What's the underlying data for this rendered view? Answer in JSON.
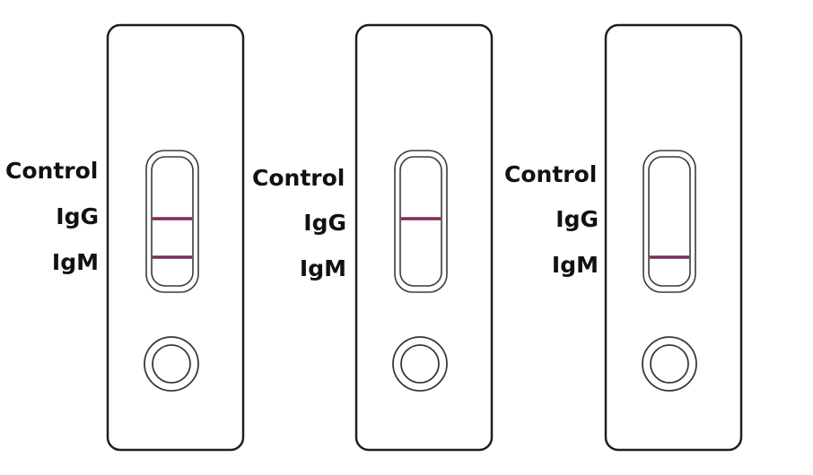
{
  "labels": {
    "control": "Control",
    "igg": "IgG",
    "igm": "IgM"
  },
  "colors": {
    "cassette_outline": "#1f1f1f",
    "window_outline": "#3a3a3a",
    "test_line": "#7a2c5a",
    "label_text": "#111111",
    "background": "#ffffff"
  },
  "cassettes": [
    {
      "lines": {
        "control": false,
        "igg": true,
        "igm": true
      }
    },
    {
      "lines": {
        "control": false,
        "igg": true,
        "igm": false
      }
    },
    {
      "lines": {
        "control": false,
        "igg": false,
        "igm": true
      }
    }
  ]
}
